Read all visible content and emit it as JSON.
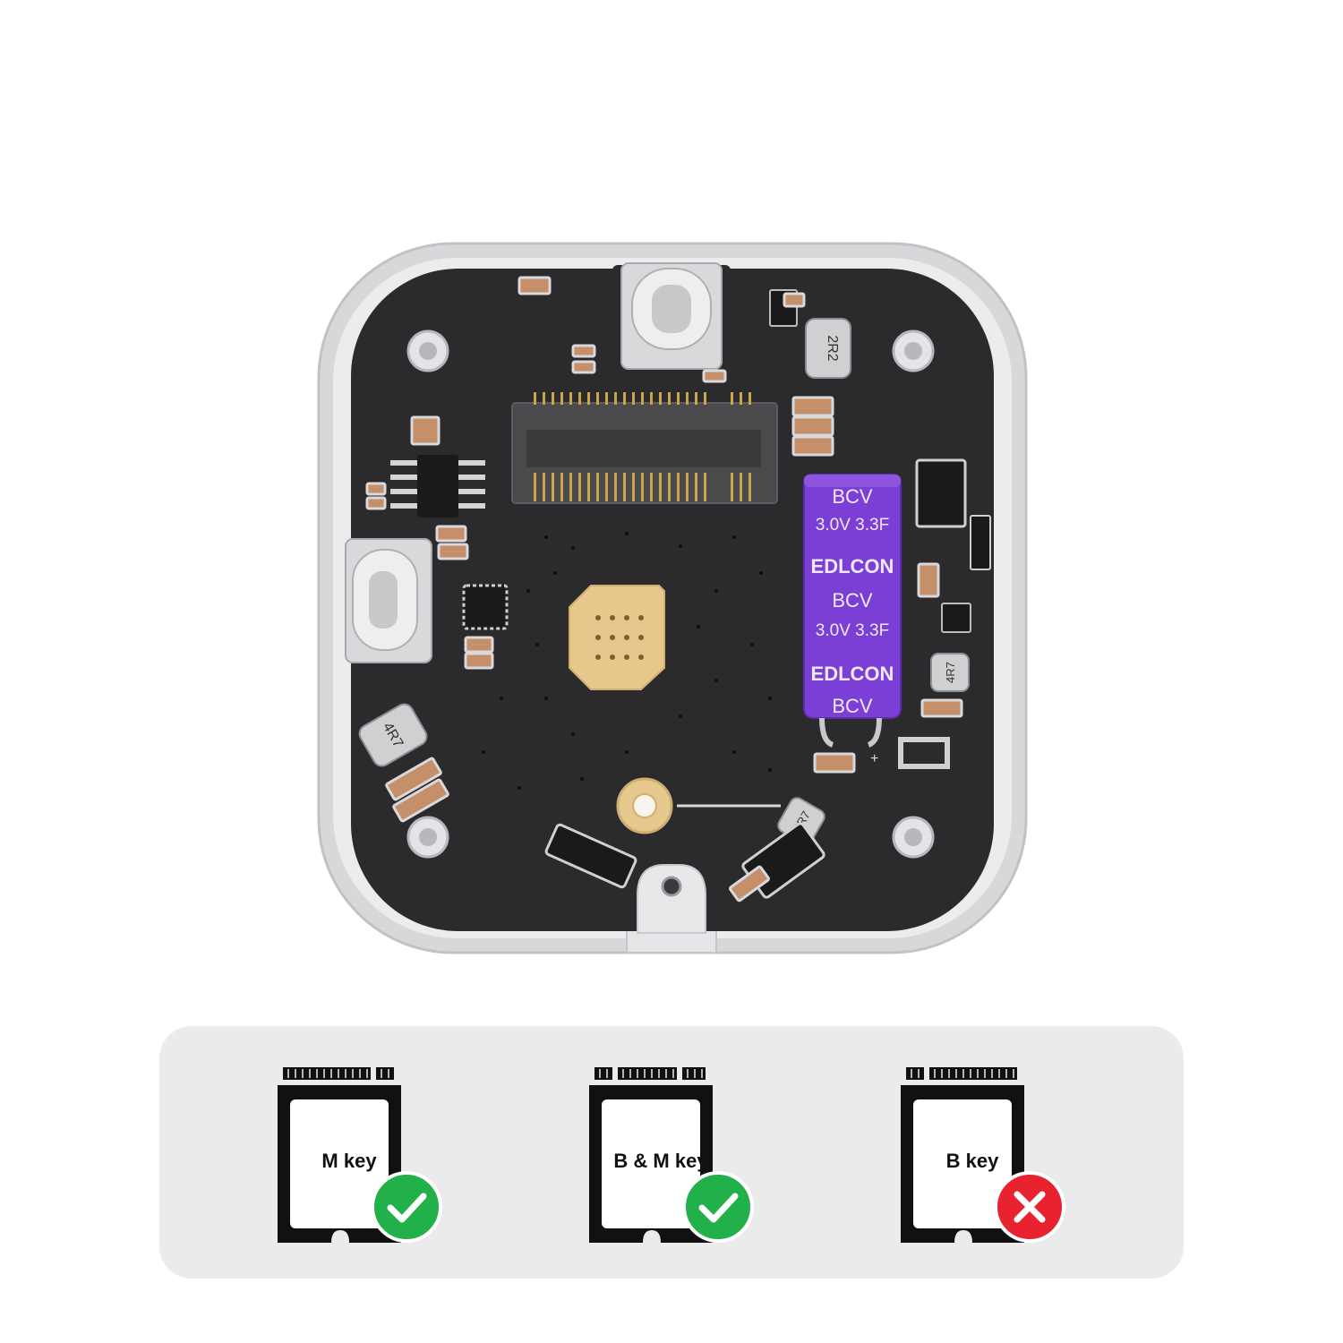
{
  "pcb": {
    "capacitor": {
      "lines": [
        "BCV",
        "3.0V 3.3F",
        "EDLCON",
        "BCV",
        "3.0V 3.3F",
        "EDLCON",
        "BCV"
      ],
      "color": "#7b3fd6"
    },
    "polarity_mark": "+",
    "inductor_labels": [
      "2R2",
      "4R7",
      "4R7",
      "4R7"
    ],
    "board_color": "#2b2b2d",
    "frame_color": "#d5d5d8"
  },
  "legend": {
    "cards": [
      {
        "label": "M key",
        "status": "supported",
        "icon": "check-icon",
        "color": "#22b04b"
      },
      {
        "label": "B & M key",
        "status": "supported",
        "icon": "check-icon",
        "color": "#22b04b"
      },
      {
        "label": "B key",
        "status": "unsupported",
        "icon": "cross-icon",
        "color": "#e8232f"
      }
    ]
  }
}
